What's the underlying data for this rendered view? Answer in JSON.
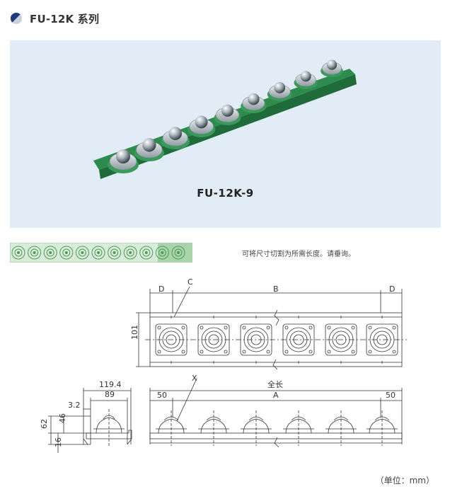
{
  "header": {
    "title": "FU-12K 系列",
    "icon": "half-circle-icon"
  },
  "photo": {
    "caption": "FU-12K-9",
    "units": 9
  },
  "strip": {
    "units": 11,
    "highlight_last": 2
  },
  "note": "可将尺寸切割为所需长度。请垂询。",
  "drawing": {
    "labels": {
      "D_left": "D",
      "C": "C",
      "B": "B",
      "D_right": "D",
      "h101": "101",
      "w119": "119.4",
      "w89": "89",
      "w32": "3.2",
      "h62": "62",
      "h46": "46",
      "h16": "16",
      "X": "X",
      "total": "全长",
      "left50": "50",
      "A": "A",
      "right50": "50"
    }
  },
  "unit": "（单位：mm）",
  "colors": {
    "rail": "#2e8b4e",
    "rail_dark": "#1f6b3a",
    "panel": "#e2ecf6",
    "strip": "#cde6cf"
  }
}
